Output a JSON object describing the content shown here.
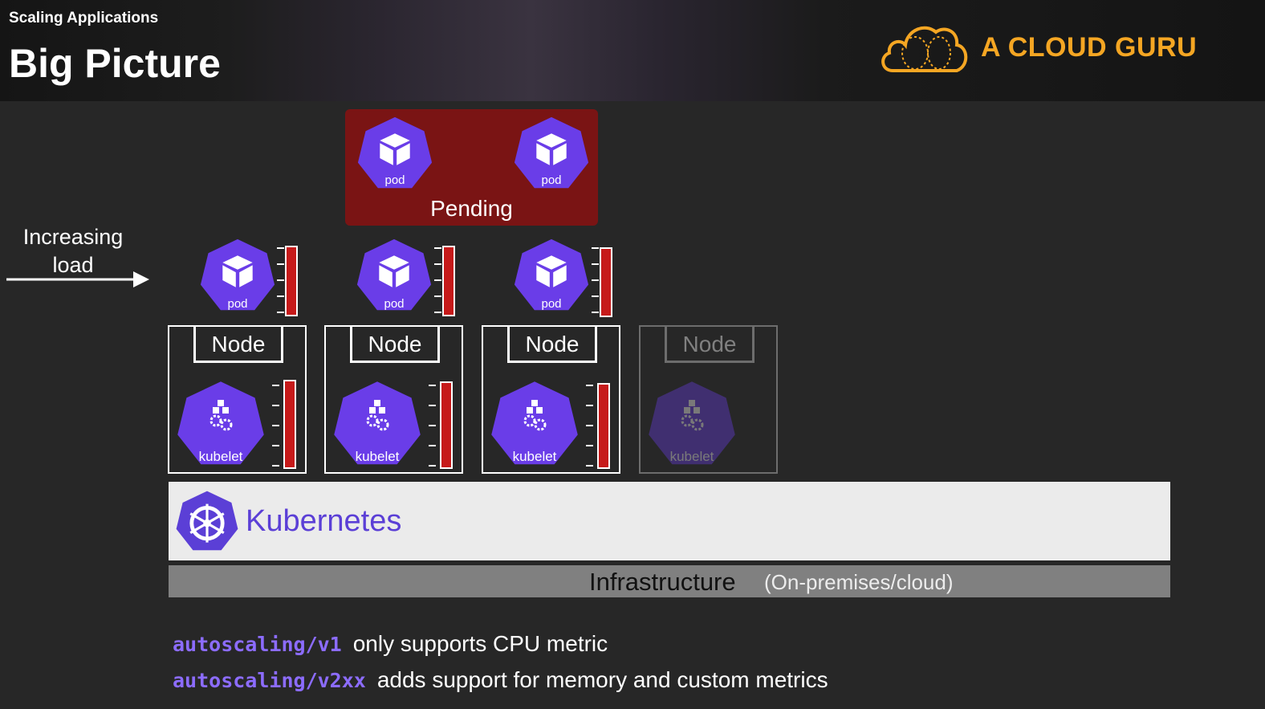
{
  "header": {
    "kicker": "Scaling Applications",
    "title": "Big Picture",
    "logo_text": "A CLOUD GURU"
  },
  "colors": {
    "pod": "#6a3de8",
    "pending_bg": "#7a1414",
    "usage_bar": "#c61a1a",
    "k8s_text": "#5b3fd6",
    "logo": "#f5a623"
  },
  "icons": {
    "pod": "cube-icon",
    "kubelet": "kubelet-gears-icon",
    "kubernetes": "helm-wheel-icon",
    "logo": "cloud-logo-icon"
  },
  "pending": {
    "label": "Pending",
    "pods": [
      "pod",
      "pod"
    ]
  },
  "load": {
    "label": "Increasing load"
  },
  "running_pods": [
    "pod",
    "pod",
    "pod"
  ],
  "nodes": [
    {
      "label": "Node",
      "agent": "kubelet",
      "active": true
    },
    {
      "label": "Node",
      "agent": "kubelet",
      "active": true
    },
    {
      "label": "Node",
      "agent": "kubelet",
      "active": true
    },
    {
      "label": "Node",
      "agent": "kubelet",
      "active": false
    }
  ],
  "platform": {
    "label": "Kubernetes"
  },
  "infrastructure": {
    "label": "Infrastructure",
    "sub": "(On-premises/cloud)"
  },
  "notes": [
    {
      "api": "autoscaling/v1",
      "text": "only supports CPU metric"
    },
    {
      "api": "autoscaling/v2xx",
      "text": "adds support for memory and custom metrics"
    }
  ]
}
